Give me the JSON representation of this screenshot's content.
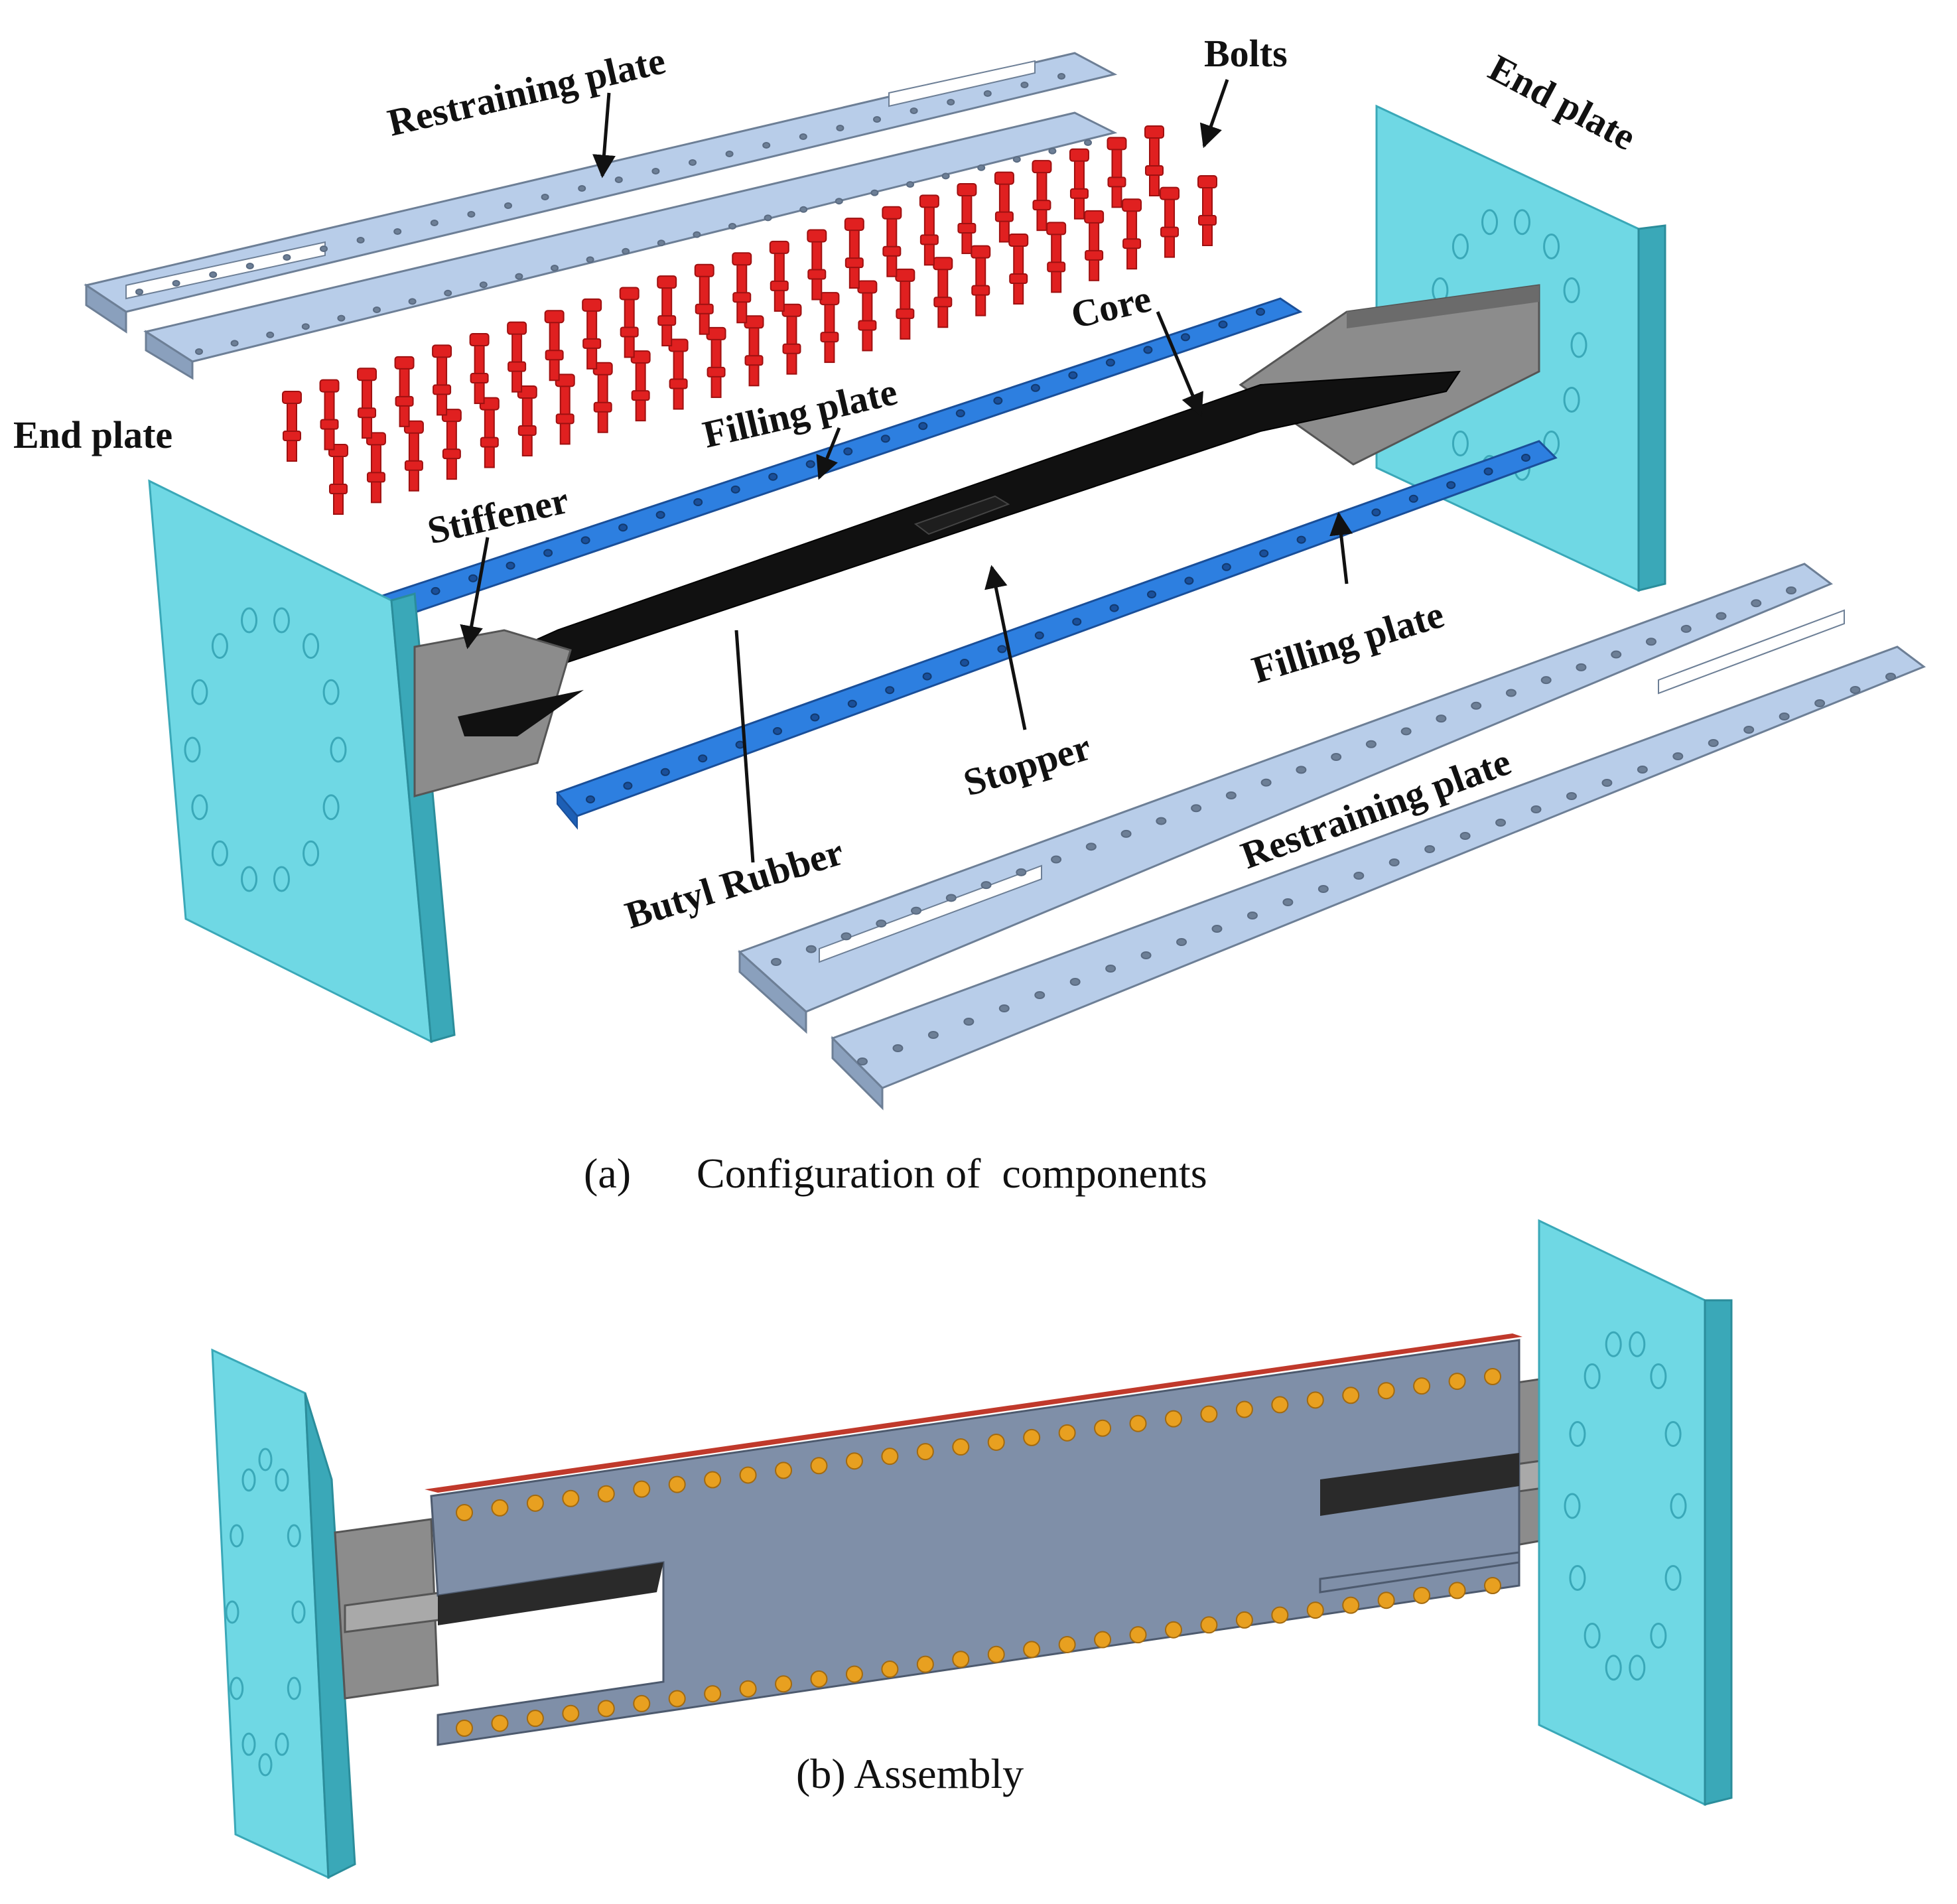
{
  "labels": {
    "restraining_plate_top": "Restraining plate",
    "bolts": "Bolts",
    "end_plate_right": "End plate",
    "end_plate_left": "End plate",
    "core": "Core",
    "filling_plate_top": "Filling plate",
    "stiffener": "Stiffener",
    "filling_plate_bottom": "Filling plate",
    "stopper": "Stopper",
    "butyl_rubber": "Butyl Rubber",
    "restraining_plate_bottom": "Restraining plate"
  },
  "captions": {
    "a_marker": "(a)",
    "a_text": "Configuration of  components",
    "b": "(b) Assembly"
  },
  "colors": {
    "end_plate": "#6fd8e4",
    "end_plate_edge": "#3aa8b8",
    "restraining_plate": "#b5cbe8",
    "filling_plate": "#2d7fe0",
    "bolt": "#e02020",
    "core": "#111111",
    "stiffener": "#8c8c8c",
    "assembly_plate": "#7f8fa8",
    "assembly_bolt": "#e8a020"
  }
}
